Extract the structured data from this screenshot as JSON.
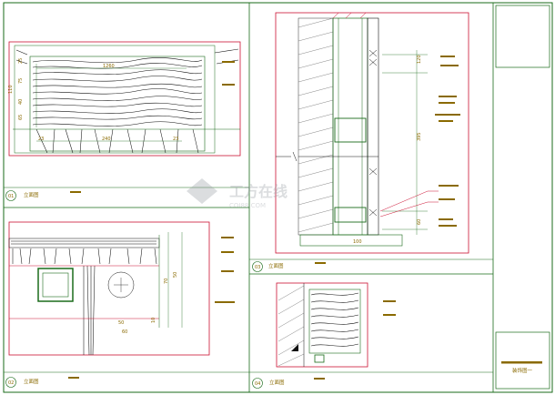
{
  "sheet": {
    "title_block": {
      "line1": "",
      "line2": "装饰图一"
    },
    "watermark": {
      "text": "工方在线",
      "sub": "COI88.COM"
    }
  },
  "views": [
    {
      "id": "v01",
      "number": "01",
      "caption": "立面图",
      "tag": "▬▬"
    },
    {
      "id": "v02",
      "number": "02",
      "caption": "立面图",
      "tag": "▬▬"
    },
    {
      "id": "v03",
      "number": "03",
      "caption": "立面图",
      "tag": "▬▬"
    },
    {
      "id": "v04",
      "number": "04",
      "caption": "立面图",
      "tag": "▬▬"
    }
  ],
  "dimensions": {
    "v01": {
      "top": "1260",
      "bottom": "240",
      "bl": "23",
      "br": "23",
      "l1": "110",
      "l2": "75",
      "l3": "40",
      "l4": "65",
      "l5": "25"
    },
    "v02": {
      "d1": "50",
      "d2": "60",
      "d3": "70",
      "d4": "50",
      "d5": "10"
    },
    "v03": {
      "d_top": "120",
      "d_mid": "395",
      "d_low": "60",
      "d_bot": "100"
    }
  },
  "colors": {
    "frame": "#1a6b1a",
    "detail": "#cc1133",
    "text": "#8a6a00",
    "wood": "#111111"
  }
}
